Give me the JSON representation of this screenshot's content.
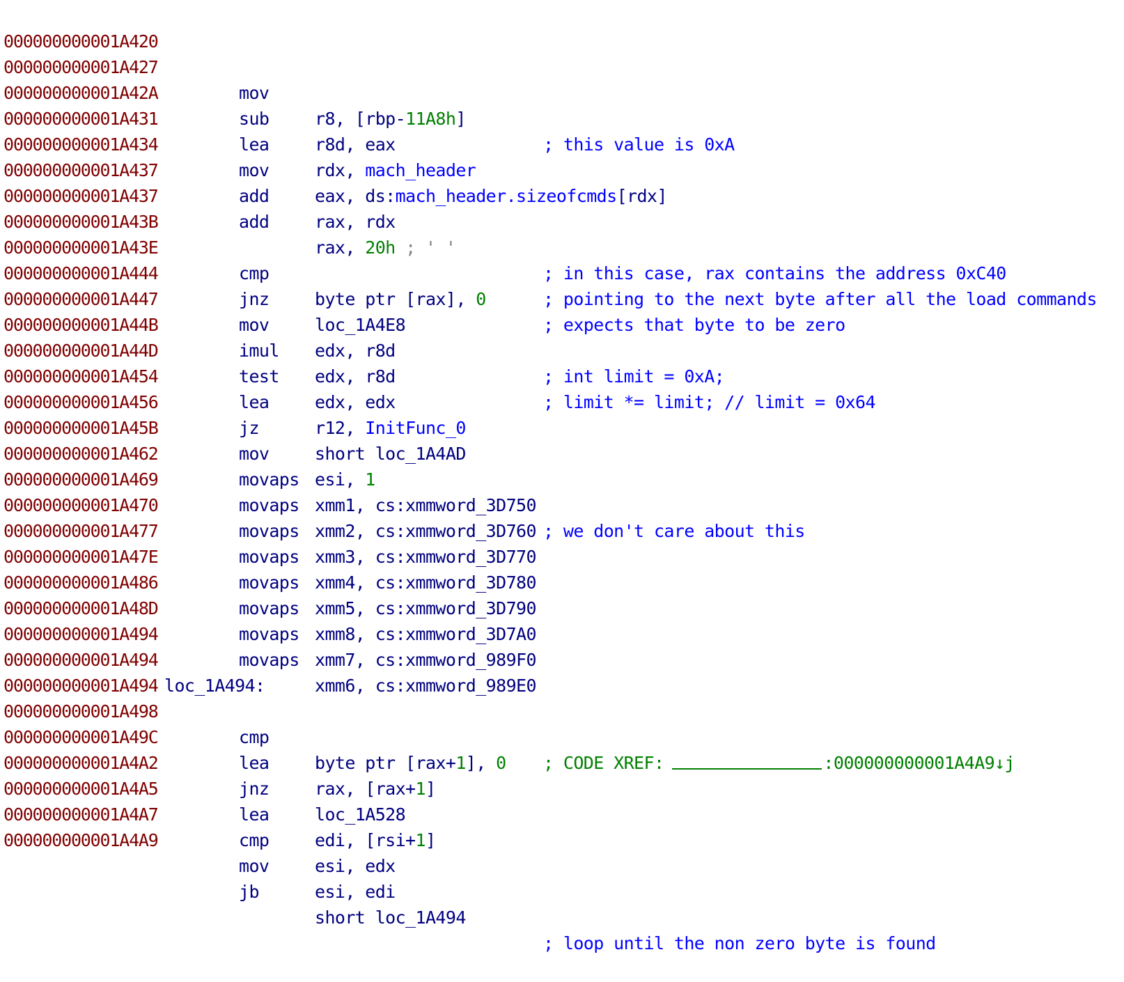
{
  "colors": {
    "address": "#800000",
    "mnemonic": "#000080",
    "name": "#0000ff",
    "number": "#008000",
    "comment": "#0000ff",
    "xref": "#008000"
  },
  "listing": [
    {
      "address": "000000000001A420",
      "mnemonic": "mov",
      "operands": [
        {
          "t": "plain",
          "v": "r8, [rbp-"
        },
        {
          "t": "num",
          "v": "11A8h"
        },
        {
          "t": "plain",
          "v": "]"
        }
      ],
      "comment": "; this value is 0xA"
    },
    {
      "address": "000000000001A427",
      "mnemonic": "sub",
      "operands": [
        {
          "t": "plain",
          "v": "r8d, eax"
        }
      ],
      "comment": ""
    },
    {
      "address": "000000000001A42A",
      "mnemonic": "lea",
      "operands": [
        {
          "t": "plain",
          "v": "rdx, "
        },
        {
          "t": "name",
          "v": "mach_header"
        }
      ],
      "comment": ""
    },
    {
      "address": "000000000001A431",
      "mnemonic": "mov",
      "operands": [
        {
          "t": "plain",
          "v": "eax, ds:"
        },
        {
          "t": "name",
          "v": "mach_header.sizeofcmds"
        },
        {
          "t": "plain",
          "v": "[rdx]"
        }
      ],
      "comment": ""
    },
    {
      "address": "000000000001A434",
      "mnemonic": "add",
      "operands": [
        {
          "t": "plain",
          "v": "rax, rdx"
        }
      ],
      "comment": ""
    },
    {
      "address": "000000000001A437",
      "mnemonic": "add",
      "operands": [
        {
          "t": "plain",
          "v": "rax, "
        },
        {
          "t": "num",
          "v": "20h"
        },
        {
          "t": "gray",
          "v": " ; ' '"
        }
      ],
      "comment": "; in this case, rax contains the address 0xC40"
    },
    {
      "address": "000000000001A437",
      "mnemonic": "",
      "operands": [],
      "comment": "; pointing to the next byte after all the load commands"
    },
    {
      "address": "000000000001A43B",
      "mnemonic": "cmp",
      "operands": [
        {
          "t": "plain",
          "v": "byte ptr [rax], "
        },
        {
          "t": "num",
          "v": "0"
        }
      ],
      "comment": "; expects that byte to be zero"
    },
    {
      "address": "000000000001A43E",
      "mnemonic": "jnz",
      "operands": [
        {
          "t": "plain",
          "v": "loc_1A4E8"
        }
      ],
      "comment": ""
    },
    {
      "address": "000000000001A444",
      "mnemonic": "mov",
      "operands": [
        {
          "t": "plain",
          "v": "edx, r8d"
        }
      ],
      "comment": "; int limit = 0xA;"
    },
    {
      "address": "000000000001A447",
      "mnemonic": "imul",
      "operands": [
        {
          "t": "plain",
          "v": "edx, r8d"
        }
      ],
      "comment": "; limit *= limit; // limit = 0x64"
    },
    {
      "address": "000000000001A44B",
      "mnemonic": "test",
      "operands": [
        {
          "t": "plain",
          "v": "edx, edx"
        }
      ],
      "comment": ""
    },
    {
      "address": "000000000001A44D",
      "mnemonic": "lea",
      "operands": [
        {
          "t": "plain",
          "v": "r12, "
        },
        {
          "t": "name",
          "v": "InitFunc_0"
        }
      ],
      "comment": ""
    },
    {
      "address": "000000000001A454",
      "mnemonic": "jz",
      "operands": [
        {
          "t": "plain",
          "v": "short loc_1A4AD"
        }
      ],
      "comment": ""
    },
    {
      "address": "000000000001A456",
      "mnemonic": "mov",
      "operands": [
        {
          "t": "plain",
          "v": "esi, "
        },
        {
          "t": "num",
          "v": "1"
        }
      ],
      "comment": ""
    },
    {
      "address": "000000000001A45B",
      "mnemonic": "movaps",
      "operands": [
        {
          "t": "plain",
          "v": "xmm1, cs:xmmword_3D750"
        }
      ],
      "comment": "; we don't care about this"
    },
    {
      "address": "000000000001A462",
      "mnemonic": "movaps",
      "operands": [
        {
          "t": "plain",
          "v": "xmm2, cs:xmmword_3D760"
        }
      ],
      "comment": ""
    },
    {
      "address": "000000000001A469",
      "mnemonic": "movaps",
      "operands": [
        {
          "t": "plain",
          "v": "xmm3, cs:xmmword_3D770"
        }
      ],
      "comment": ""
    },
    {
      "address": "000000000001A470",
      "mnemonic": "movaps",
      "operands": [
        {
          "t": "plain",
          "v": "xmm4, cs:xmmword_3D780"
        }
      ],
      "comment": ""
    },
    {
      "address": "000000000001A477",
      "mnemonic": "movaps",
      "operands": [
        {
          "t": "plain",
          "v": "xmm5, cs:xmmword_3D790"
        }
      ],
      "comment": ""
    },
    {
      "address": "000000000001A47E",
      "mnemonic": "movaps",
      "operands": [
        {
          "t": "plain",
          "v": "xmm8, cs:xmmword_3D7A0"
        }
      ],
      "comment": ""
    },
    {
      "address": "000000000001A486",
      "mnemonic": "movaps",
      "operands": [
        {
          "t": "plain",
          "v": "xmm7, cs:xmmword_989F0"
        }
      ],
      "comment": ""
    },
    {
      "address": "000000000001A48D",
      "mnemonic": "movaps",
      "operands": [
        {
          "t": "plain",
          "v": "xmm6, cs:xmmword_989E0"
        }
      ],
      "comment": ""
    },
    {
      "address": "000000000001A494",
      "mnemonic": "",
      "operands": [],
      "comment": ""
    },
    {
      "address": "000000000001A494",
      "label": "loc_1A494:",
      "mnemonic": "",
      "operands": [],
      "xref": {
        "prefix": "; CODE XREF:",
        "target": ":000000000001A4A9↓j"
      }
    },
    {
      "address": "000000000001A494",
      "mnemonic": "cmp",
      "operands": [
        {
          "t": "plain",
          "v": "byte ptr [rax+"
        },
        {
          "t": "num",
          "v": "1"
        },
        {
          "t": "plain",
          "v": "], "
        },
        {
          "t": "num",
          "v": "0"
        }
      ],
      "comment": ""
    },
    {
      "address": "000000000001A498",
      "mnemonic": "lea",
      "operands": [
        {
          "t": "plain",
          "v": "rax, [rax+"
        },
        {
          "t": "num",
          "v": "1"
        },
        {
          "t": "plain",
          "v": "]"
        }
      ],
      "comment": ""
    },
    {
      "address": "000000000001A49C",
      "mnemonic": "jnz",
      "operands": [
        {
          "t": "plain",
          "v": "loc_1A528"
        }
      ],
      "comment": ""
    },
    {
      "address": "000000000001A4A2",
      "mnemonic": "lea",
      "operands": [
        {
          "t": "plain",
          "v": "edi, [rsi+"
        },
        {
          "t": "num",
          "v": "1"
        },
        {
          "t": "plain",
          "v": "]"
        }
      ],
      "comment": ""
    },
    {
      "address": "000000000001A4A5",
      "mnemonic": "cmp",
      "operands": [
        {
          "t": "plain",
          "v": "esi, edx"
        }
      ],
      "comment": ""
    },
    {
      "address": "000000000001A4A7",
      "mnemonic": "mov",
      "operands": [
        {
          "t": "plain",
          "v": "esi, edi"
        }
      ],
      "comment": ""
    },
    {
      "address": "000000000001A4A9",
      "mnemonic": "jb",
      "operands": [
        {
          "t": "plain",
          "v": "short loc_1A494"
        }
      ],
      "comment": "; loop until the non zero byte is found"
    }
  ]
}
